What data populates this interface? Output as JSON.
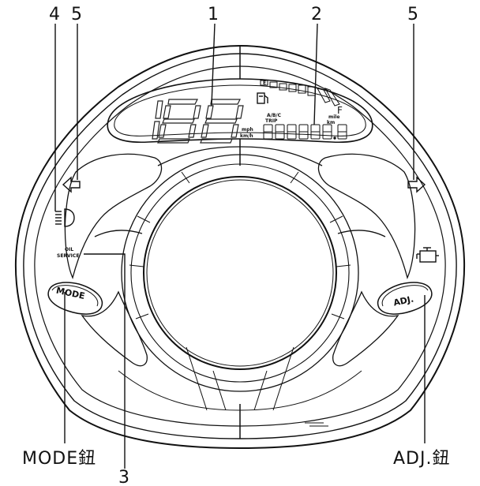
{
  "callouts": {
    "c1": "1",
    "c2": "2",
    "c3": "3",
    "c4": "4",
    "c5_left": "5",
    "c5_right": "5"
  },
  "labels": {
    "mode_button_label": "MODE鈕",
    "adj_button_label": "ADJ.鈕"
  },
  "panel": {
    "speed_unit_mph": "mph",
    "speed_unit_kmh": "km/h",
    "fuel_full_mark": "F",
    "fuel_empty_mark": "E",
    "odo_unit_ab": "A/B/C",
    "odo_unit_trip": "TRIP",
    "odo_unit_mile": "mile",
    "odo_unit_km": "km",
    "oil_service_line1": "OIL",
    "oil_service_line2": "SERVICE",
    "mode_button_text": "MODE",
    "adj_button_text": "ADJ."
  },
  "icons": {
    "left_turn": "left-turn-arrow-icon",
    "right_turn": "right-turn-arrow-icon",
    "high_beam": "high-beam-icon",
    "fuel_pump": "fuel-pump-icon",
    "engine_check": "engine-check-icon"
  }
}
